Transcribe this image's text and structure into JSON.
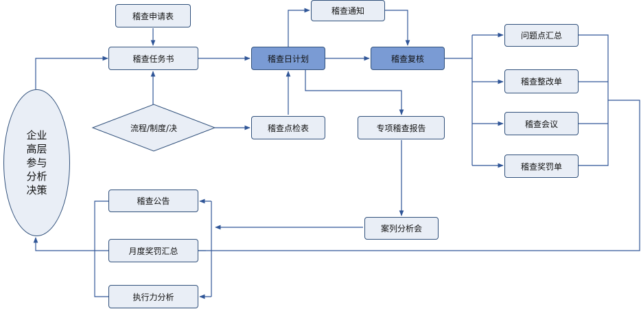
{
  "diagram": {
    "nodes": {
      "jicha_shenqingbiao": "稽查申请表",
      "jicha_renwushu": "稽查任务书",
      "jicha_tongzhi": "稽查通知",
      "jicha_rijihua": "稽查日计划",
      "jicha_fuhe": "稽查复核",
      "wentidian_huizong": "问题点汇总",
      "jicha_zhenggaidan": "稽查整改单",
      "jicha_huiyi": "稽查会议",
      "jicha_jiangfadan": "稽查奖罚单",
      "liucheng_zhidu_jue": "流程/制度/决",
      "jicha_dianjianbiao": "稽查点检表",
      "zhuanxiang_baogao": "专项稽查报告",
      "anli_fenxihui": "案列分析会",
      "jicha_gonggao": "稽查公告",
      "yuedu_jiangfa": "月度奖罚汇总",
      "zhixingli_fenxi": "执行力分析",
      "qiye_gaoceng": "企业高层参与分析决策"
    },
    "colors": {
      "box_fill": "#e9eef6",
      "box_border": "#2f4f7a",
      "highlight_fill": "#7a9bd4",
      "arrow": "#2f5597"
    }
  }
}
